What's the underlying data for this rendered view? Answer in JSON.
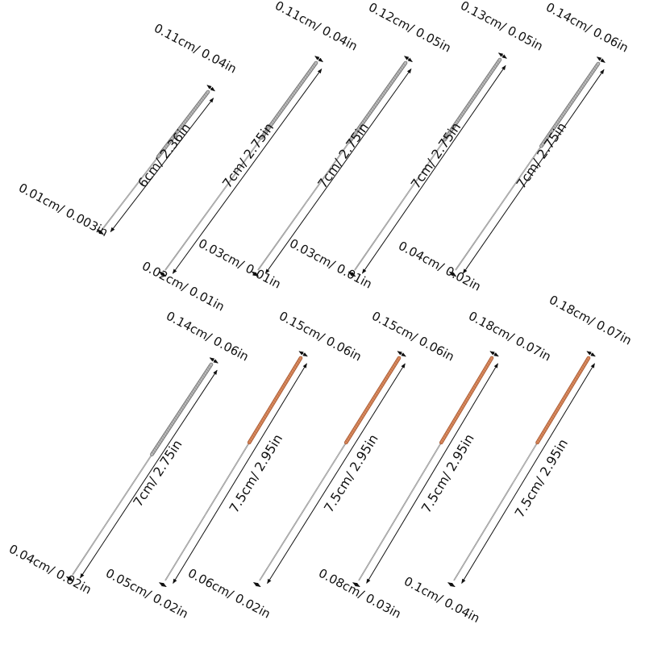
{
  "colors": {
    "background": "#ffffff",
    "steel": "#b9b9b9",
    "steel_dark": "#6e6e6e",
    "copper": "#d98a5e",
    "copper_dark": "#a85a34",
    "dimension": "#111111"
  },
  "needles": [
    {
      "handle": "steel",
      "length_label": "6cm/ 2.36in",
      "top_label": "0.11cm/ 0.04in",
      "bottom_label": "0.01cm/ 0.003in"
    },
    {
      "handle": "steel",
      "length_label": "7cm/ 2.75in",
      "top_label": "0.11cm/ 0.04in",
      "bottom_label": "0.02cm/ 0.01in"
    },
    {
      "handle": "steel",
      "length_label": "7cm/ 2.75in",
      "top_label": "0.12cm/ 0.05in",
      "bottom_label": "0.03cm/ 0.01in"
    },
    {
      "handle": "steel",
      "length_label": "7cm/ 2.75in",
      "top_label": "0.13cm/ 0.05in",
      "bottom_label": "0.03cm/ 0.01in"
    },
    {
      "handle": "steel",
      "length_label": "7cm/ 2.75in",
      "top_label": "0.14cm/ 0.06in",
      "bottom_label": "0.04cm/ 0.02in"
    },
    {
      "handle": "steel",
      "length_label": "7cm/ 2.75in",
      "top_label": "0.14cm/ 0.06in",
      "bottom_label": "0.04cm/ 0.02in"
    },
    {
      "handle": "copper",
      "length_label": "7.5cm/ 2.95in",
      "top_label": "0.15cm/ 0.06in",
      "bottom_label": "0.05cm/ 0.02in"
    },
    {
      "handle": "copper",
      "length_label": "7.5cm/ 2.95in",
      "top_label": "0.15cm/ 0.06in",
      "bottom_label": "0.06cm/ 0.02in"
    },
    {
      "handle": "copper",
      "length_label": "7.5cm/ 2.95in",
      "top_label": "0.18cm/ 0.07in",
      "bottom_label": "0.08cm/ 0.03in"
    },
    {
      "handle": "copper",
      "length_label": "7.5cm/ 2.95in",
      "top_label": "0.18cm/ 0.07in",
      "bottom_label": "0.1cm/ 0.04in"
    }
  ]
}
